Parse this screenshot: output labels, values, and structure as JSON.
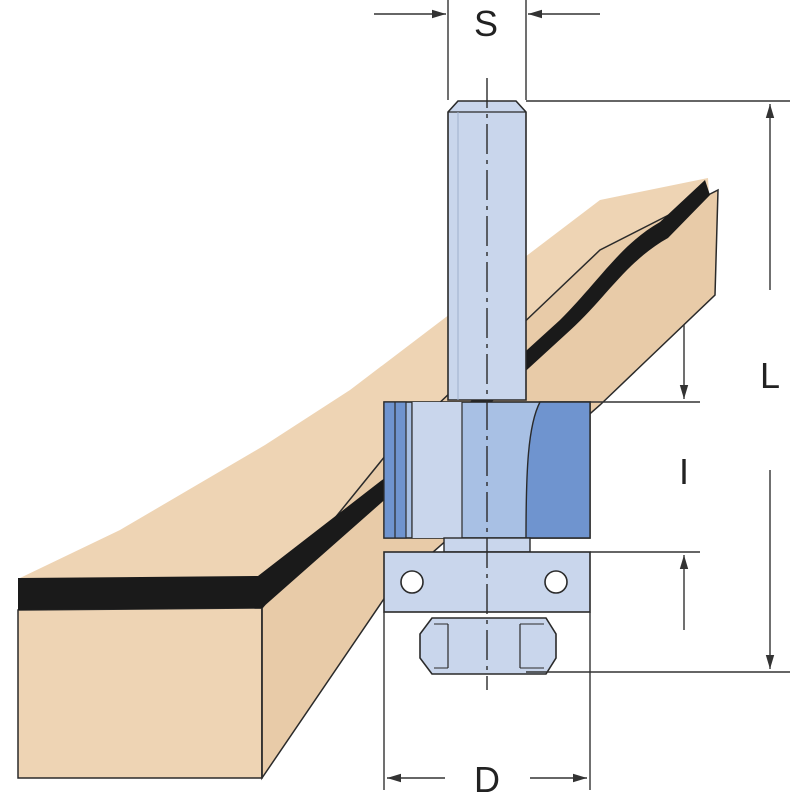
{
  "labels": {
    "shank_diameter": "S",
    "total_length": "L",
    "cutting_length": "I",
    "cutting_diameter": "D"
  },
  "colors": {
    "wood": "#eed4b4",
    "wood_edge": "#1a1a1a",
    "steel": "#c9d6ec",
    "cutter": "#a8c0e4",
    "cutter_dark": "#6f94cf",
    "outline": "#2a2a2a",
    "dimension": "#333333"
  },
  "icons": {
    "router_bit": "router-bit-icon",
    "bearing": "bearing-icon",
    "nut": "hex-nut-icon"
  }
}
